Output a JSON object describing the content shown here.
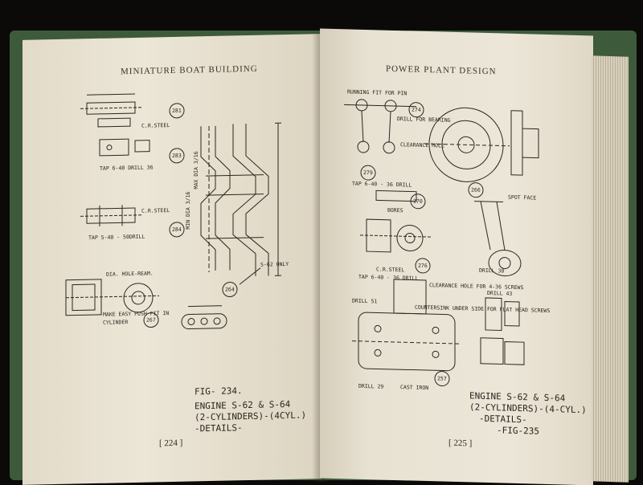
{
  "left_page": {
    "running_head": "MINIATURE BOAT BUILDING",
    "page_number": "[ 224 ]",
    "caption": [
      "FIG- 234.",
      "ENGINE S-62 & S-64",
      "(2-CYLINDERS)-(4CYL.)",
      "-DETAILS-"
    ],
    "callouts": [
      "281",
      "283",
      "284",
      "264",
      "267"
    ],
    "labels": {
      "c281": "C.R.STEEL",
      "c284": "C.R.STEEL",
      "c284_tap": "TAP 5-40 - 50DRILL",
      "c283_tap": "TAP 6-40 DRILL 36",
      "c267_dia": "DIA. HOLE-REAM.",
      "c267_fit": "MAKE EASY PUSH FIT IN",
      "c267_cyl": "CYLINDER",
      "c264": "S-62 ONLY",
      "min_dia": "MIN DIA 3/16",
      "max_dia": "MAX DIA 3/16"
    }
  },
  "right_page": {
    "running_head": "POWER PLANT DESIGN",
    "page_number": "[ 225 ]",
    "caption": [
      "ENGINE S-62 & S-64",
      "(2-CYLINDERS)-(4-CYL.)",
      "-DETAILS-",
      "-FIG-235"
    ],
    "callouts": [
      "274",
      "279",
      "266",
      "270",
      "276",
      "257"
    ],
    "labels": {
      "running_fit": "RUNNING FIT FOR PIN",
      "drill_bearing": "DRILL FOR BEARING",
      "clearance_hole": "CLEARANCE HOLE",
      "tap_drill": "TAP 6-40 - 36 DRILL",
      "bores": "BORES",
      "crsteel": "C.R.STEEL",
      "tap_drill2": "TAP 6-40 - 36 DRILL",
      "clearance_screws": "CLEARANCE HOLE FOR 4-36 SCREWS",
      "drill51": "DRILL 51",
      "countersink": "COUNTERSINK UNDER SIDE FOR FLAT HEAD SCREWS",
      "drill29": "DRILL 29",
      "cast_iron": "CAST IRON",
      "spot_face": "SPOT FACE",
      "drill30": "DRILL 30",
      "drill43": "DRILL 43"
    }
  }
}
